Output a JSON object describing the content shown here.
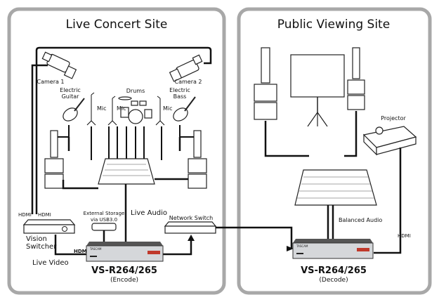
{
  "sites": {
    "left": {
      "title": "Live Concert Site"
    },
    "right": {
      "title": "Public Viewing Site"
    }
  },
  "labels": {
    "camera1": "Camera 1",
    "camera2": "Camera 2",
    "guitar_l1": "Electric",
    "guitar_l2": "Guitar",
    "bass_l1": "Electric",
    "bass_l2": "Bass",
    "drums": "Drums",
    "mic": "Mic",
    "hdmi": "HDMI",
    "storage_l1": "External Storage",
    "storage_l2": "via USB3.0",
    "live_audio": "Live Audio",
    "network_switch": "Network Switch",
    "vision_l1": "Vision",
    "vision_l2": "Switcher",
    "live_video": "Live Video",
    "projector": "Projector",
    "balanced_audio": "Balanced Audio",
    "brand": "TASCAM"
  },
  "encoder": {
    "model": "VS-R264/265",
    "mode": "(Encode)"
  },
  "decoder": {
    "model": "VS-R264/265",
    "mode": "(Decode)"
  },
  "colors": {
    "panel_border": "#a8a8a8",
    "line": "#111111",
    "device_accent": "#c0392b"
  }
}
